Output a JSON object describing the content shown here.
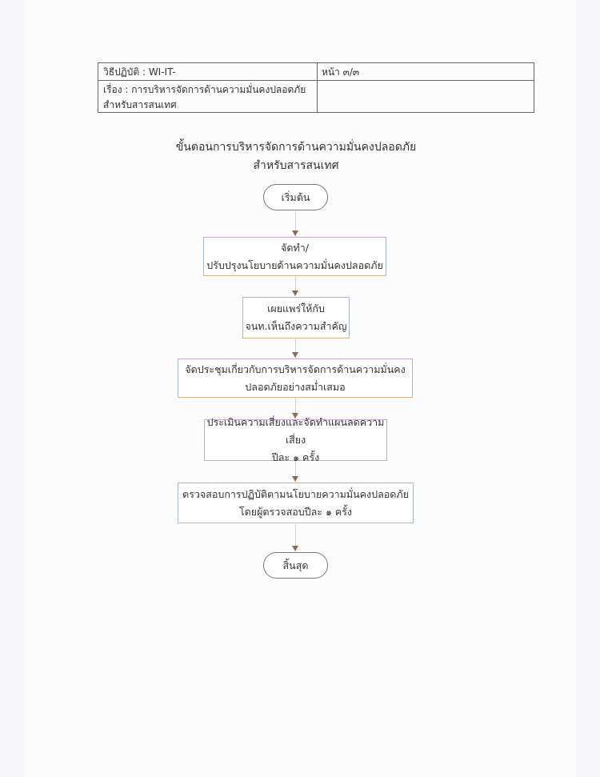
{
  "header": {
    "procedure_label": "วิธีปฏิบัติ : WI-IT-",
    "page_label": "หน้า ๓/๓",
    "subject_line1": "เรื่อง   : การบริหารจัดการด้านความมั่นคงปลอดภัย",
    "subject_line2": "สำหรับสารสนเทศ"
  },
  "title": {
    "line1": "ขั้นตอนการบริหารจัดการด้านความมั่นคงปลอดภัย",
    "line2": "สำหรับสารสนเทศ"
  },
  "flowchart": {
    "start": "เริ่มต้น",
    "steps": [
      {
        "line1": "จัดทำ/",
        "line2": "ปรับปรุงนโยบายด้านความมั่นคงปลอดภัย"
      },
      {
        "line1": "เผยแพร่ให้กับ",
        "line2": "จนท.เห็นถึงความสำคัญ"
      },
      {
        "line1": "จัดประชุมเกี่ยวกับการบริหารจัดการด้านความมั่นคง",
        "line2": "ปลอดภัยอย่างสม่ำเสมอ"
      },
      {
        "line1": "ประเมินความเสี่ยงและจัดทำแผนลดความเสี่ยง",
        "line2": "ปีละ ๑ ครั้ง"
      },
      {
        "line1": "ตรวจสอบการปฏิบัติตามนโยบายความมั่นคงปลอดภัย",
        "line2": "โดยผู้ตรวจสอบปีละ ๑ ครั้ง"
      }
    ],
    "end": "สิ้นสุด"
  }
}
